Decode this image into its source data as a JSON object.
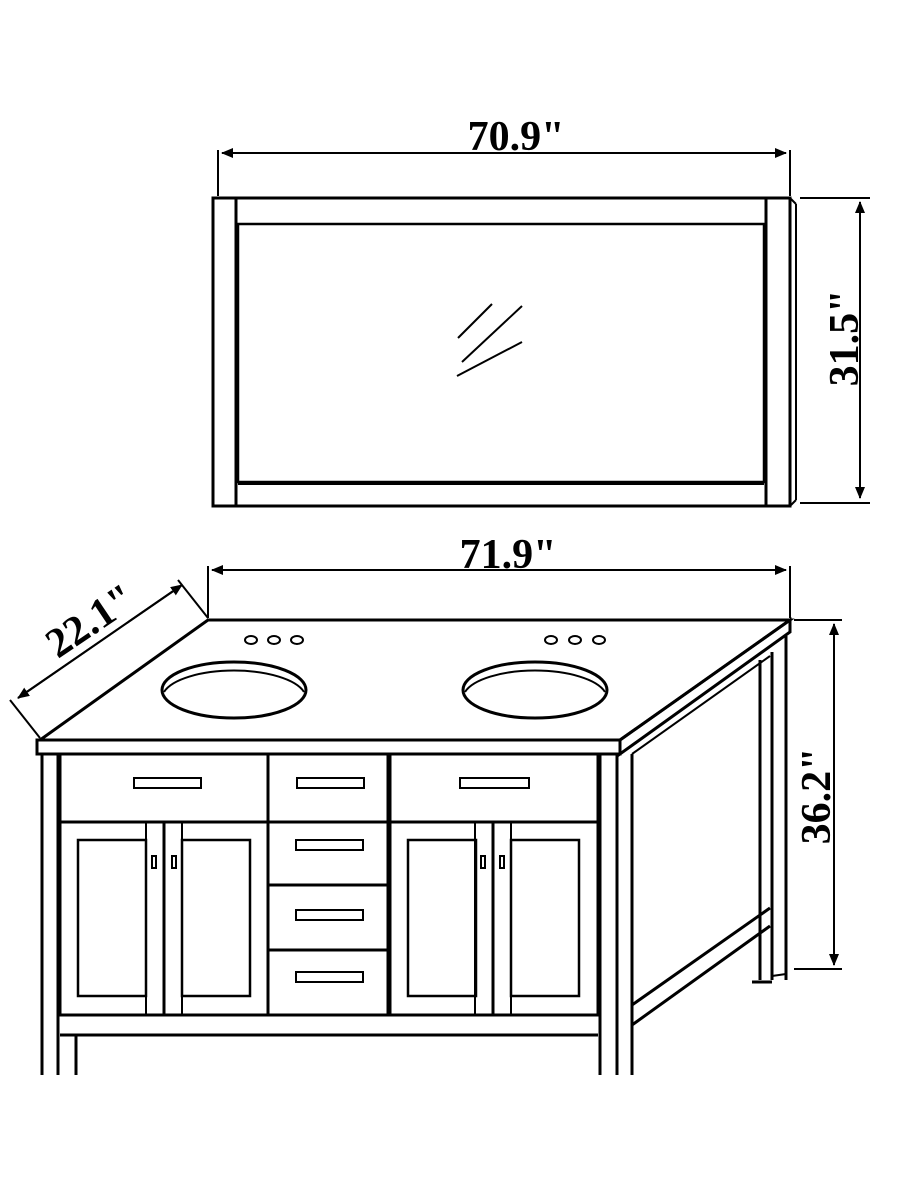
{
  "dimensions": {
    "mirror_width": "70.9\"",
    "mirror_height": "31.5\"",
    "vanity_width": "71.9\"",
    "vanity_depth": "22.1\"",
    "vanity_height": "36.2\""
  }
}
